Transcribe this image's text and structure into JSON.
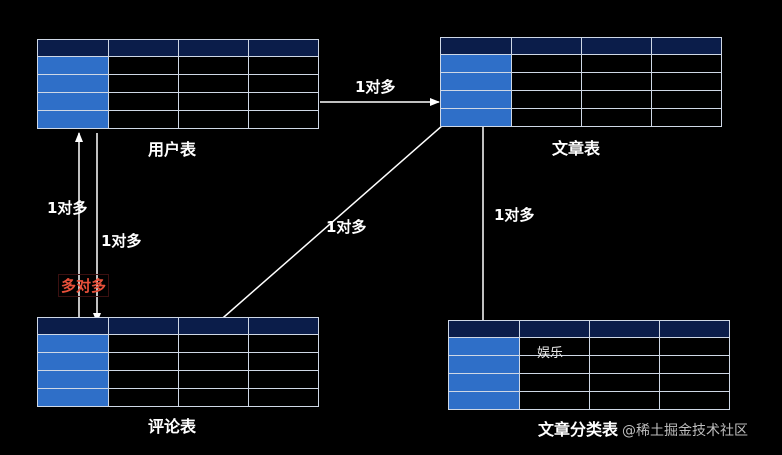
{
  "tables": {
    "user": {
      "label": "用户表"
    },
    "article": {
      "label": "文章表"
    },
    "comment": {
      "label": "评论表"
    },
    "category": {
      "label": "文章分类表",
      "cell_value": "娱乐"
    }
  },
  "relations": {
    "user_to_article": "1对多",
    "user_to_comment_a": "1对多",
    "user_to_comment_b": "1对多",
    "user_comment_many": "多对多",
    "article_to_comment": "1对多",
    "category_to_article": "1对多"
  },
  "watermark": "@稀土掘金技术社区"
}
